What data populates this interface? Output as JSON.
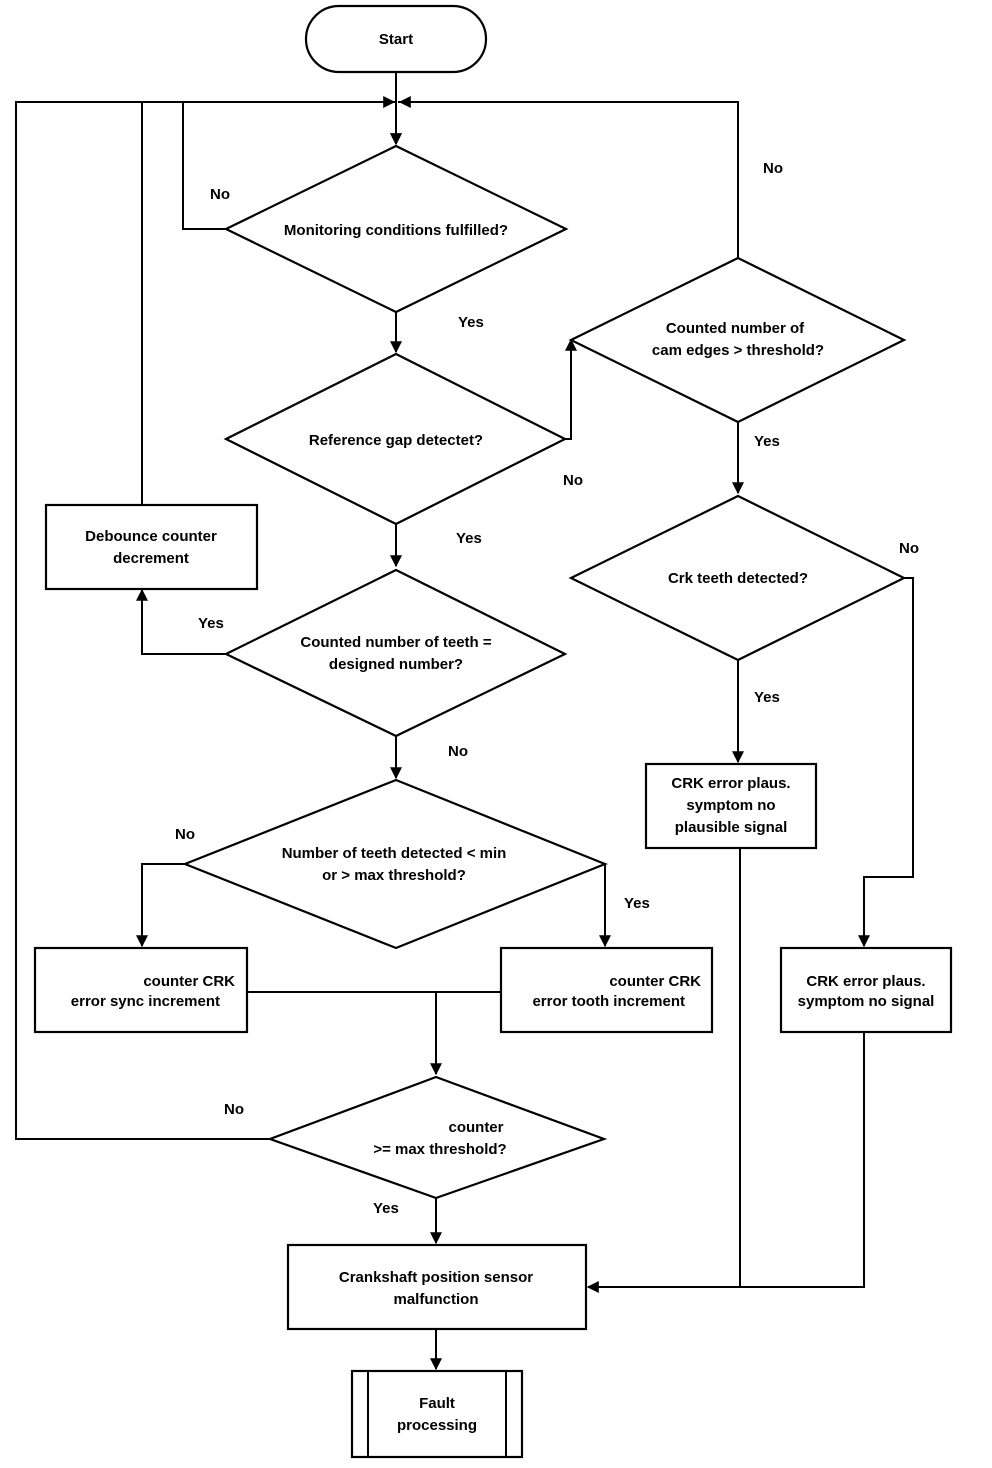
{
  "nodes": {
    "start": [
      "Start"
    ],
    "monitoring": [
      "Monitoring conditions fulfilled?"
    ],
    "ref_gap": [
      "Reference gap detectet?"
    ],
    "teeth_count": [
      "Counted number of teeth =",
      "designed number?"
    ],
    "debounce": [
      "Debounce counter",
      "decrement"
    ],
    "teeth_minmax": [
      "Number of teeth detected  < min",
      "or > max threshold?"
    ],
    "sync_inc": [
      "counter CRK",
      "error sync increment"
    ],
    "tooth_inc": [
      "counter CRK",
      "error tooth increment"
    ],
    "counter_max": [
      "counter",
      ">= max threshold?"
    ],
    "cam_edges": [
      "Counted number of",
      "cam edges > threshold?"
    ],
    "crk_teeth": [
      "Crk teeth detected?"
    ],
    "no_plausible": [
      "CRK error plaus.",
      "symptom no",
      "plausible signal"
    ],
    "no_signal": [
      "CRK error plaus.",
      "symptom no signal"
    ],
    "malfunction": [
      "Crankshaft position sensor",
      "malfunction"
    ],
    "fault": [
      "Fault",
      "processing"
    ]
  },
  "edges": {
    "monitoring_no": "No",
    "monitoring_yes": "Yes",
    "ref_gap_no": "No",
    "ref_gap_yes": "Yes",
    "teeth_count_yes": "Yes",
    "teeth_count_no": "No",
    "minmax_no": "No",
    "minmax_yes": "Yes",
    "counter_no": "No",
    "counter_yes": "Yes",
    "cam_no": "No",
    "cam_yes": "Yes",
    "crk_no": "No",
    "crk_yes": "Yes"
  }
}
